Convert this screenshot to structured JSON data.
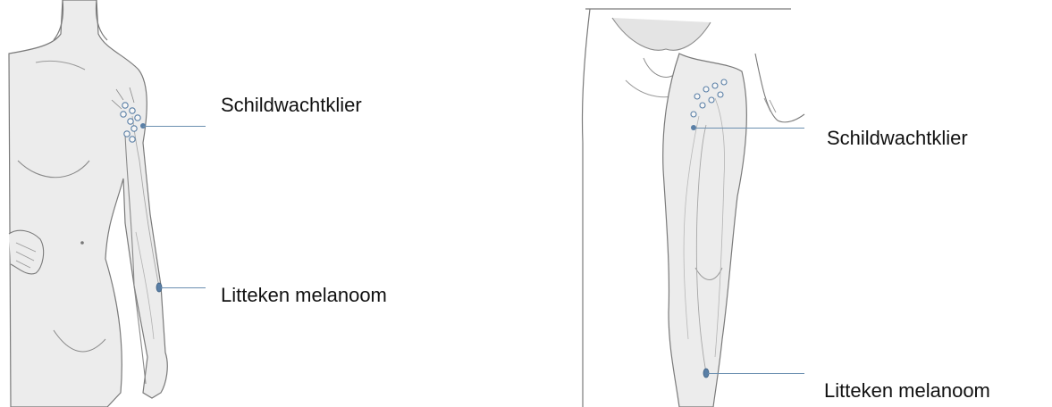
{
  "arm_figure": {
    "labels": {
      "node": "Schildwachtklier",
      "scar": "Litteken melanoom"
    }
  },
  "leg_figure": {
    "labels": {
      "node": "Schildwachtklier",
      "scar": "Litteken melanoom"
    }
  },
  "colors": {
    "leader_line": "#6b8fb0",
    "outline": "#7a7a7a",
    "skin_fill": "#ececec",
    "lymph_node": "#5a7fa6"
  }
}
